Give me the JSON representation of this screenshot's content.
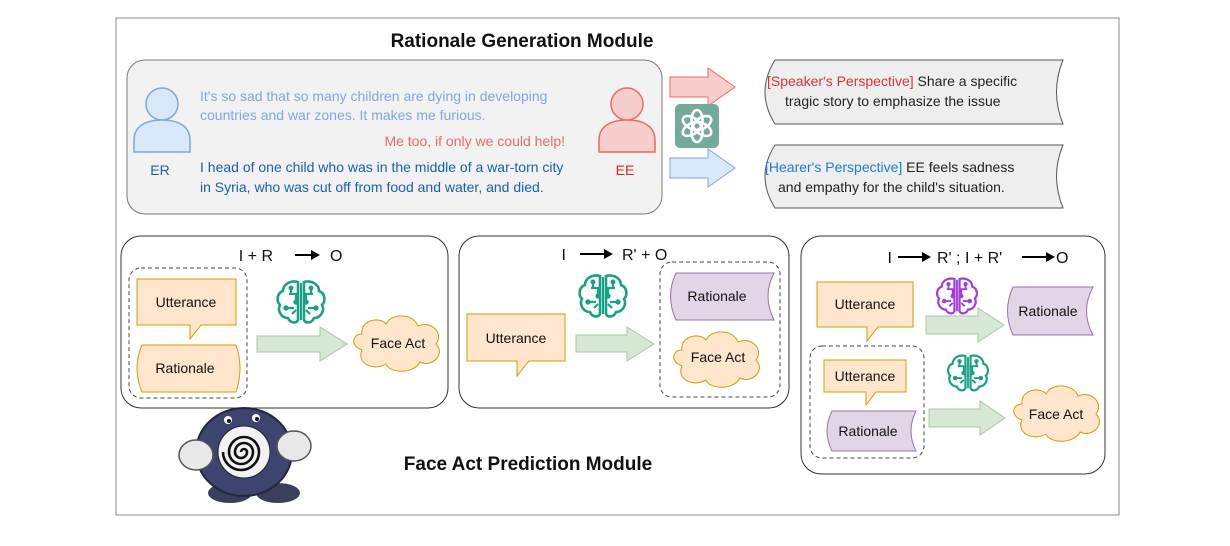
{
  "rationale_module": {
    "title": "Rationale Generation Module",
    "er_label": "ER",
    "ee_label": "EE",
    "dialogue": {
      "er_line1": "It's so sad that so many children are dying in developing",
      "er_line2": "countries and war zones. It makes me furious.",
      "ee_line": "Me too, if only we could help!",
      "er2_line1": "I head of one child who was in the middle of a war-torn city",
      "er2_line2": "in Syria, who was cut off from food and water, and died."
    },
    "speaker": {
      "tag": "[Speaker's Perspective]",
      "rest1": " Share a specific",
      "line2": "tragic story to emphasize the issue"
    },
    "hearer": {
      "tag": "[Hearer's Perspective]",
      "rest1": " EE feels sadness",
      "line2": "and empathy for the child's situation."
    }
  },
  "prediction_module": {
    "title": "Face Act Prediction Module",
    "panel1": {
      "f_left": "I + R",
      "f_right": "O",
      "utterance": "Utterance",
      "rationale": "Rationale",
      "face_act": "Face Act"
    },
    "panel2": {
      "f_left": "I",
      "f_right": "R' + O",
      "utterance": "Utterance",
      "rationale": "Rationale",
      "face_act": "Face Act"
    },
    "panel3": {
      "f_a": "I",
      "f_b": "R' ; I + R'",
      "f_c": "O",
      "utterance_top": "Utterance",
      "rationale_top": "Rationale",
      "utterance": "Utterance",
      "rationale": "Rationale",
      "face_act": "Face Act"
    }
  },
  "colors": {
    "er_light": "#7ea6e0",
    "er_dark": "#1a5fb4",
    "ee": "#ea6b66",
    "speaker_tag": "#e03131",
    "hearer_tag": "#1c7ed6",
    "utterance_fill": "#ffe6cc",
    "utterance_stroke": "#d79b00",
    "rationale_purple": "#e1d5e7",
    "rationale_purple_stroke": "#9673a6",
    "arrow_green": "#d5e8d4",
    "brain_teal": "#1aa085",
    "brain_purple": "#a23ce0"
  },
  "icons": [
    "person-icon",
    "openai-logo-icon",
    "brain-circuit-icon",
    "pokemon-mascot-icon"
  ]
}
